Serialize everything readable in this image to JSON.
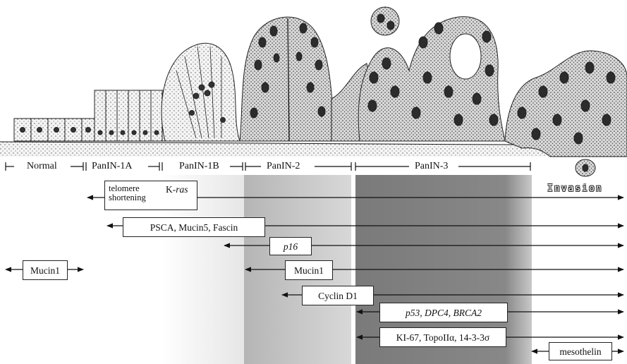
{
  "stages": {
    "normal": "Normal",
    "panin1a": "PanIN-1A",
    "panin1b": "PanIN-1B",
    "panin2": "PanIN-2",
    "panin3": "PanIN-3",
    "invasion": "Invasion"
  },
  "markers": {
    "telomere": "telomere\nshortening",
    "kras_prefix": "K-",
    "kras_italic": "ras",
    "psca": "PSCA, Mucin5, Fascin",
    "p16": "p16",
    "mucin1_normal": "Mucin1",
    "mucin1": "Mucin1",
    "cyclin": "Cyclin D1",
    "p53": "p53, DPC4, BRCA2",
    "ki67": "KI-67, TopoIIα, 14-3-3σ",
    "mesothelin": "mesothelin"
  }
}
